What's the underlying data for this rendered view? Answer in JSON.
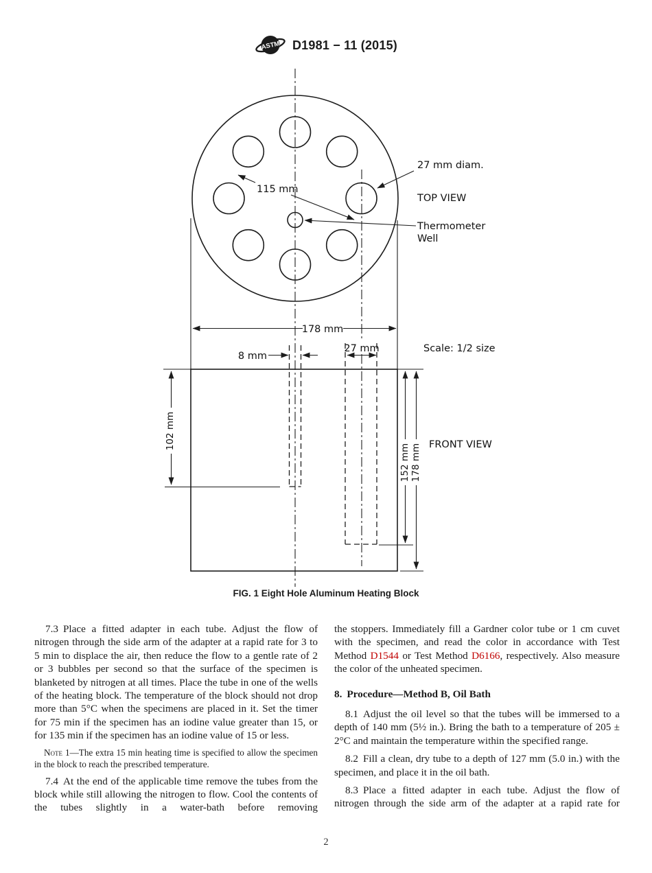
{
  "header": {
    "designation": "D1981 − 11 (2015)",
    "logo_text": "ASTM"
  },
  "figure": {
    "caption": "FIG. 1 Eight Hole Aluminum Heating Block",
    "scale_note": "Scale: 1/2 size",
    "top_view": {
      "label": "TOP VIEW",
      "hole_diameter": "27 mm diam.",
      "bolt_circle_diameter": "115 mm",
      "thermometer_well_line1": "Thermometer",
      "thermometer_well_line2": "Well"
    },
    "front_view": {
      "label": "FRONT VIEW",
      "block_width": "178 mm",
      "well_width": "8 mm",
      "hole_width": "27 mm",
      "well_depth": "102 mm",
      "hole_depth": "152 mm",
      "block_height": "178 mm"
    }
  },
  "body": {
    "left": {
      "p73_num": "7.3",
      "p73_text": "Place a fitted adapter in each tube. Adjust the flow of nitrogen through the side arm of the adapter at a rapid rate for 3 to 5 min to displace the air, then reduce the flow to a gentle rate of 2 or 3 bubbles per second so that the surface of the specimen is blanketed by nitrogen at all times. Place the tube in one of the wells of the heating block. The temperature of the block should not drop more than 5°C when the specimens are placed in it. Set the timer for 75 min if the specimen has an iodine value greater than 15, or for 135 min if the specimen has an iodine value of 15 or less.",
      "note_label": "Note 1",
      "note_text": "—The extra 15 min heating time is specified to allow the specimen in the block to reach the prescribed temperature.",
      "p74_num": "7.4",
      "p74_text": "At the end of the applicable time remove the tubes from the block while still allowing the nitrogen to flow. Cool the contents of the tubes slightly in a water-bath before removing"
    },
    "right": {
      "cont_part1": "the stoppers. Immediately fill a Gardner color tube or 1 cm cuvet with the specimen, and read the color in accordance with Test Method ",
      "cont_link1": "D1544",
      "cont_part2": " or Test Method ",
      "cont_link2": "D6166",
      "cont_part3": ", respectively. Also measure the color of the unheated specimen.",
      "h8_num": "8.",
      "h8_text": "Procedure—Method B, Oil Bath",
      "p81_num": "8.1",
      "p81_text": "Adjust the oil level so that the tubes will be immersed to a depth of 140 mm (5½ in.). Bring the bath to a temperature of 205 ± 2°C and maintain the temperature within the specified range.",
      "p82_num": "8.2",
      "p82_text": "Fill a clean, dry tube to a depth of 127 mm (5.0 in.) with the specimen, and place it in the oil bath.",
      "p83_num": "8.3",
      "p83_text": "Place a fitted adapter in each tube. Adjust the flow of nitrogen through the side arm of the adapter at a rapid rate for"
    }
  },
  "footer": {
    "page_number": "2"
  },
  "colors": {
    "link": "#c00000",
    "ink": "#1c1c1c"
  }
}
